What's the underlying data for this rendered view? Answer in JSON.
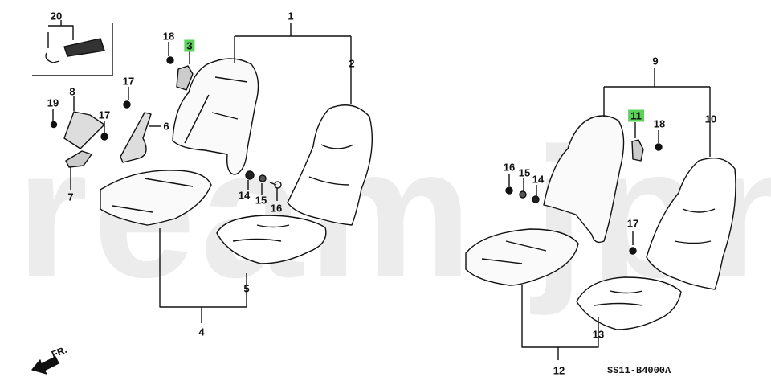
{
  "diagram": {
    "watermark": "ream.jpn",
    "code": "SS11-B4000A",
    "front_indicator": "FR.",
    "highlight_color": "#5bd35b",
    "callouts": {
      "c20": "20",
      "c3": "3",
      "c18a": "18",
      "c1": "1",
      "c2": "2",
      "c17a": "17",
      "c8": "8",
      "c19": "19",
      "c17b": "17",
      "c6": "6",
      "c7": "7",
      "c14a": "14",
      "c15a": "15",
      "c16a": "16",
      "c5": "5",
      "c4": "4",
      "c9": "9",
      "c11": "11",
      "c18b": "18",
      "c10": "10",
      "c16b": "16",
      "c15b": "15",
      "c14b": "14",
      "c17c": "17",
      "c13": "13",
      "c12": "12"
    },
    "highlighted_parts": [
      "3",
      "11"
    ]
  }
}
